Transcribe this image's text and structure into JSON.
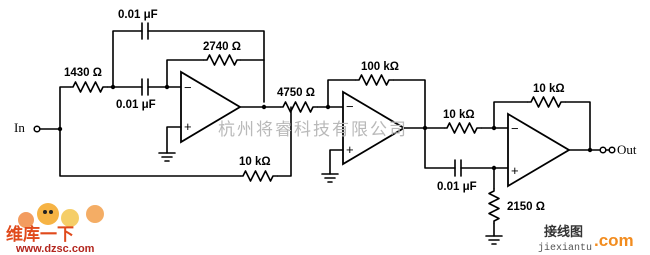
{
  "ports": {
    "input": "In",
    "output": "Out"
  },
  "components": {
    "r_input": "1430 Ω",
    "c_top": "0.01 μF",
    "c_mid": "0.01 μF",
    "r_feedback1": "2740 Ω",
    "r_couple1": "4750 Ω",
    "r_feedback2": "100 kΩ",
    "r_sum": "10 kΩ",
    "r_couple3": "10 kΩ",
    "r_feedback3": "10 kΩ",
    "c_bottom": "0.01 μF",
    "r_ground": "2150 Ω"
  },
  "opamp_pins": {
    "minus": "−",
    "plus": "+"
  },
  "watermark": "杭州将睿科技有限公司",
  "logo_left": {
    "text": "维库一下",
    "url": "www.dzsc.com"
  },
  "logo_right": {
    "text": "接线图",
    "url": "jiexiantu",
    "suffix": ".com"
  }
}
